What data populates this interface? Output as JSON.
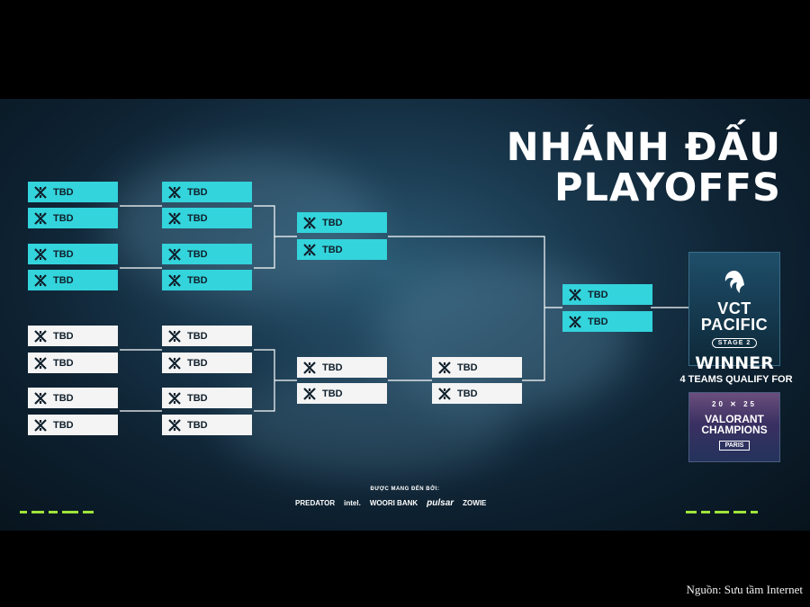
{
  "title": {
    "line1": "NHÁNH ĐẤU",
    "line2": "PLAYOFFS"
  },
  "slot_label": "TBD",
  "colors": {
    "upper": "#33d4dc",
    "lower": "#f4f4f4",
    "accent": "#9ee33a"
  },
  "winner_card": {
    "line1": "VCT",
    "line2": "PACIFIC",
    "stage": "STAGE 2",
    "winner": "WINNER"
  },
  "qualify_text": "4 TEAMS QUALIFY FOR",
  "champions_card": {
    "year_left": "20",
    "year_right": "25",
    "line1": "VALORANT",
    "line2": "CHAMPIONS",
    "city": "PARIS"
  },
  "sponsors": {
    "label": "ĐƯỢC MANG ĐẾN BỞI:",
    "items": [
      "PREDATOR",
      "intel.",
      "WOORI BANK",
      "pulsar",
      "ZOWIE"
    ]
  },
  "credit": "Nguồn: Sưu tầm Internet"
}
